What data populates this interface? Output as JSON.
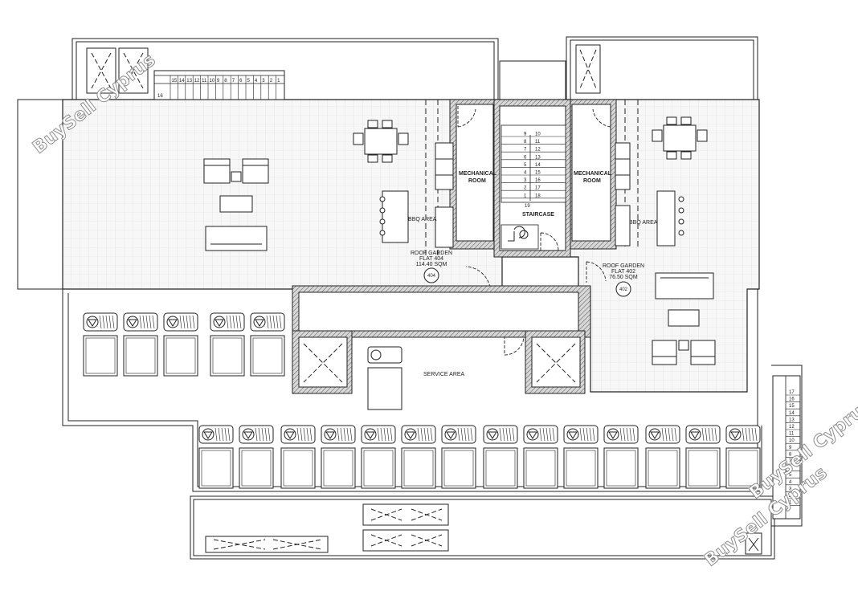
{
  "labels": {
    "mech_left_1": "MECHANICAL",
    "mech_left_2": "ROOM",
    "mech_right_1": "MECHANICAL",
    "mech_right_2": "ROOM",
    "bbq_left": "BBQ AREA",
    "bbq_right": "BBQ AREA",
    "staircase": "STAIRCASE",
    "service": "SERVICE AREA",
    "rg404_1": "ROOF GARDEN",
    "rg404_2": "FLAT 404",
    "rg404_3": "114.40 SQM",
    "rg404_tag": "404",
    "rg402_1": "ROOF GARDEN",
    "rg402_2": "FLAT 402",
    "rg402_3": "76.50 SQM",
    "rg402_tag": "402"
  },
  "watermarks": [
    "BuySell Cyprus",
    "BuySell Cyprus",
    "BuySell Cyprus"
  ],
  "stairs_top_numbers": [
    "15",
    "14",
    "13",
    "12",
    "11",
    "10",
    "9",
    "8",
    "7",
    "6",
    "5",
    "4",
    "3",
    "2",
    "1"
  ],
  "stairs_top_16": "16",
  "stairs_center_left": [
    "9",
    "8",
    "7",
    "6",
    "5",
    "4",
    "3",
    "2",
    "1"
  ],
  "stairs_center_right": [
    "10",
    "11",
    "12",
    "13",
    "14",
    "15",
    "16",
    "17",
    "18"
  ],
  "stairs_center_19": "19",
  "stairs_right_numbers": [
    "17",
    "16",
    "15",
    "14",
    "13",
    "12",
    "11",
    "10",
    "9",
    "8",
    "7",
    "6",
    "5",
    "4",
    "3",
    "2",
    "1"
  ]
}
